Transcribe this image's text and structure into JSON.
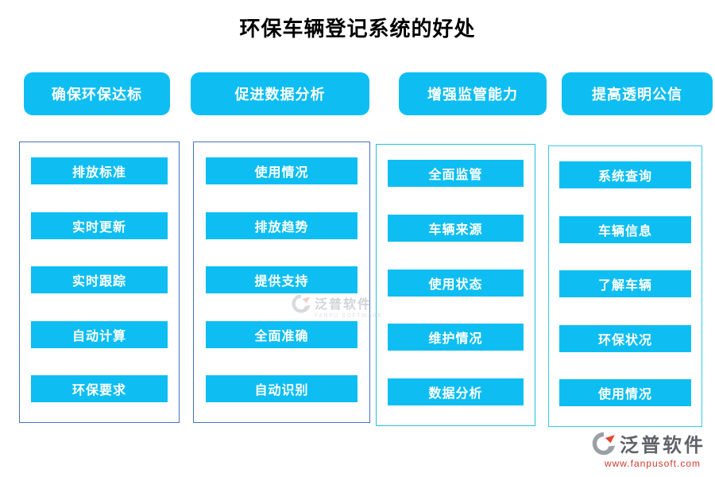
{
  "title": "环保车辆登记系统的好处",
  "colors": {
    "accent": "#0ebef2",
    "nodeText": "#ffffff",
    "borderDark": "#4472c4",
    "borderTeal": "#1fc3d6",
    "borderCyan": "#35c8f2",
    "logoGray": "#5f6368",
    "logoRed": "#cf3a2e"
  },
  "columns": [
    {
      "header": "确保环保达标",
      "items": [
        "排放标准",
        "实时更新",
        "实时跟踪",
        "自动计算",
        "环保要求"
      ]
    },
    {
      "header": "促进数据分析",
      "items": [
        "使用情况",
        "排放趋势",
        "提供支持",
        "全面准确",
        "自动识别"
      ]
    },
    {
      "header": "增强监管能力",
      "items": [
        "全面监管",
        "车辆来源",
        "使用状态",
        "维护情况",
        "数据分析"
      ]
    },
    {
      "header": "提高透明公信",
      "items": [
        "系统查询",
        "车辆信息",
        "了解车辆",
        "环保状况",
        "使用情况"
      ]
    }
  ],
  "watermark": {
    "name": "泛普软件",
    "subtitle": "FANPU SOFTWARE"
  },
  "logo": {
    "name": "泛普软件",
    "url": "www.fanpusoft.com"
  }
}
